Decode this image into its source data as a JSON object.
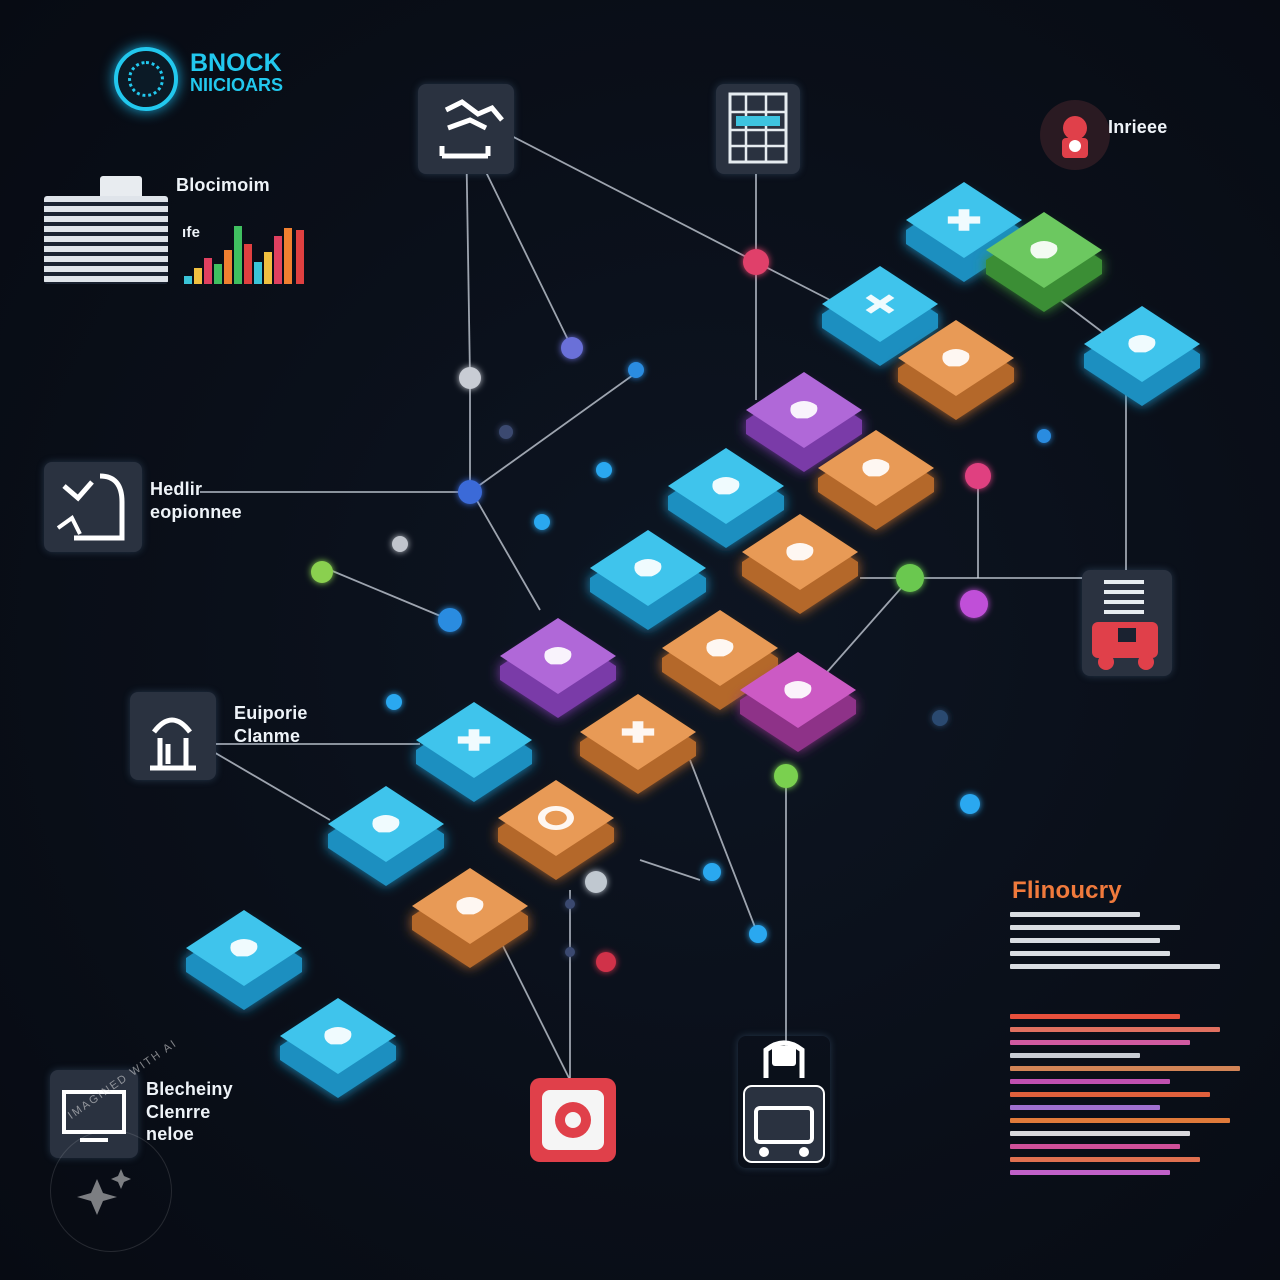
{
  "brand": {
    "title": "BNOCK",
    "subtitle": "NIICIOARS"
  },
  "labels": {
    "top_left": "Blocimoim",
    "chart_tag": "ıfe",
    "top_right": "Inrieee",
    "mid_left_1": "Hedlir",
    "mid_left_2": "eopionnee",
    "lower_left_1": "Euiporie",
    "lower_left_2": "Clanme",
    "bottom_left_1": "Blecheiny",
    "bottom_left_2": "Clenrre",
    "bottom_left_3": "neloe",
    "notes_title": "Flinoucry"
  },
  "watermark": "IMAGINED WITH AI",
  "colors": {
    "background": "#0a0f19",
    "cyan": "#3fc4ec",
    "green": "#6cc860",
    "orange": "#e89a56",
    "purple": "#b068d8",
    "pink": "#cc5ac4",
    "line": "#cfd6e0",
    "accent_red": "#e0404a"
  },
  "tiles": [
    {
      "color": "cyan",
      "icon": "plus-icon"
    },
    {
      "color": "green",
      "icon": "tree-icon"
    },
    {
      "color": "cyan",
      "icon": "chat-icon"
    },
    {
      "color": "cyan",
      "icon": "cross-icon"
    },
    {
      "color": "orange",
      "icon": "hand-icon"
    },
    {
      "color": "purple",
      "icon": "bird-icon"
    },
    {
      "color": "orange",
      "icon": "box-icon"
    },
    {
      "color": "cyan",
      "icon": "animal-icon"
    },
    {
      "color": "orange",
      "icon": "hand-icon"
    },
    {
      "color": "cyan",
      "icon": "fish-icon"
    },
    {
      "color": "purple",
      "icon": "puzzle-icon"
    },
    {
      "color": "orange",
      "icon": "hand-icon"
    },
    {
      "color": "pink",
      "icon": "face-icon"
    },
    {
      "color": "cyan",
      "icon": "plus-icon"
    },
    {
      "color": "orange",
      "icon": "plus-icon"
    },
    {
      "color": "cyan",
      "icon": "animal-icon"
    },
    {
      "color": "orange",
      "icon": "circle-icon"
    },
    {
      "color": "orange",
      "icon": "flower-icon"
    },
    {
      "color": "cyan",
      "icon": "person-icon"
    },
    {
      "color": "cyan",
      "icon": "plane-icon"
    }
  ]
}
